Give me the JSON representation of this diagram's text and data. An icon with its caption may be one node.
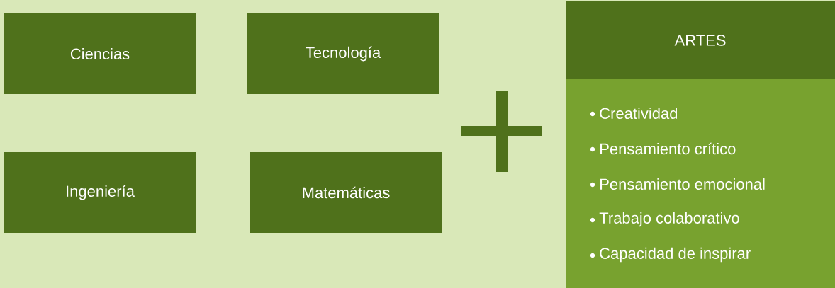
{
  "diagram": {
    "nodes": [
      {
        "text": [
          "Ciencias"
        ]
      },
      {
        "text": [
          "Tecnología"
        ]
      },
      {
        "text": [
          "Ingeniería"
        ]
      },
      {
        "text": [
          "Matemáticas"
        ]
      },
      {
        "text": [
          "ARTES",
          "Creatividad",
          "Pensamiento crítico",
          "Pensamiento emocional",
          "Trabajo colaborativo",
          "Capacidad de inspirar"
        ]
      }
    ]
  }
}
